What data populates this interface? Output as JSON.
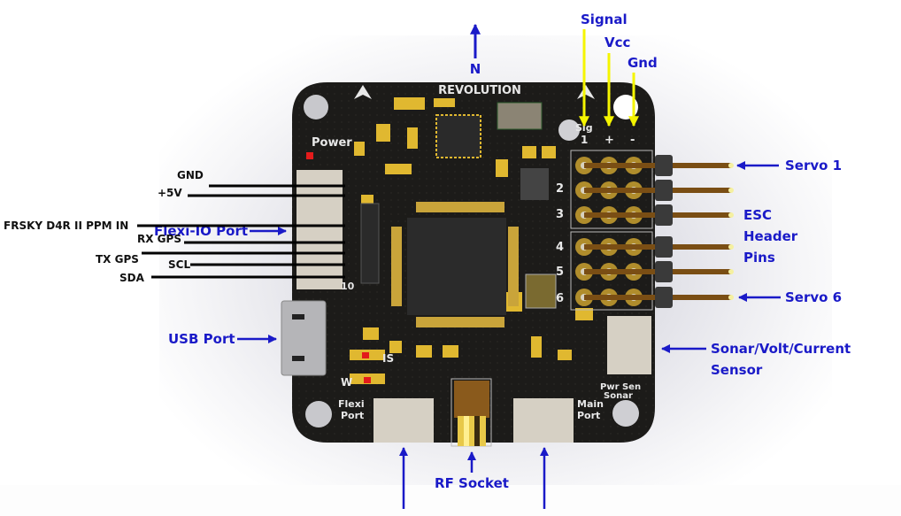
{
  "board": {
    "brand": "REVOLUTION",
    "silkscreen": {
      "power": "Power",
      "sig": "Sig",
      "plus": "+",
      "minus": "-",
      "pin10": "10",
      "is": "IS",
      "w": "W",
      "flexi_port": [
        "Flexi",
        "Port"
      ],
      "main_port": [
        "Main",
        "Port"
      ],
      "pwr_sen_sonar": [
        "Pwr Sen",
        "Sonar"
      ],
      "esc_numbers": [
        "1",
        "2",
        "3",
        "4",
        "5",
        "6"
      ]
    }
  },
  "labels": {
    "north": "N",
    "signal": "Signal",
    "vcc": "Vcc",
    "gnd": "Gnd",
    "servo1": "Servo 1",
    "esc_header": [
      "ESC",
      "Header",
      "Pins"
    ],
    "servo6": "Servo 6",
    "sensor": [
      "Sonar/Volt/Current",
      "Sensor"
    ],
    "usb_port": "USB Port",
    "flexi_io_port": "Flexi-IO Port",
    "rf_socket": "RF Socket"
  },
  "flexi_io_pins": [
    {
      "name": "GND"
    },
    {
      "name": "+5V"
    },
    {
      "name": "FRSKY D4R II  PPM IN"
    },
    {
      "name": "RX GPS"
    },
    {
      "name": "TX GPS"
    },
    {
      "name": "SCL"
    },
    {
      "name": "SDA"
    }
  ],
  "colors": {
    "label_blue": "#1a1ac8",
    "arrow_yellow": "#f5f500",
    "pcb": "#1c1b19",
    "pad_gold": "#e0b830"
  }
}
